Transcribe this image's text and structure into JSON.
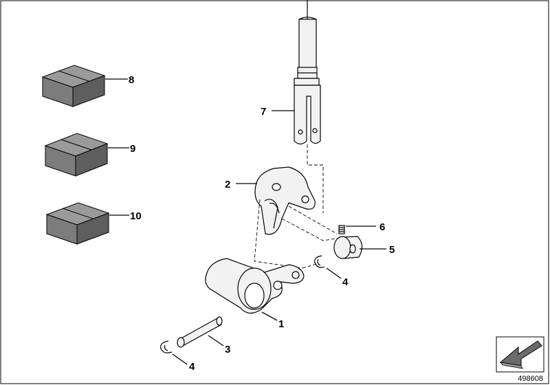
{
  "callouts": {
    "p1": "1",
    "p2": "2",
    "p3": "3",
    "p4a": "4",
    "p4b": "4",
    "p5": "5",
    "p6": "6",
    "p7": "7",
    "p8": "8",
    "p9": "9",
    "p10": "10"
  },
  "document_number": "498608",
  "colors": {
    "box_top": "#9a9a9a",
    "box_front": "#7c7c7c",
    "box_side": "#5e5e5e",
    "part_fill": "#f2f2f2",
    "line": "#000000"
  },
  "icons": {
    "nav": "arrow-icon"
  }
}
